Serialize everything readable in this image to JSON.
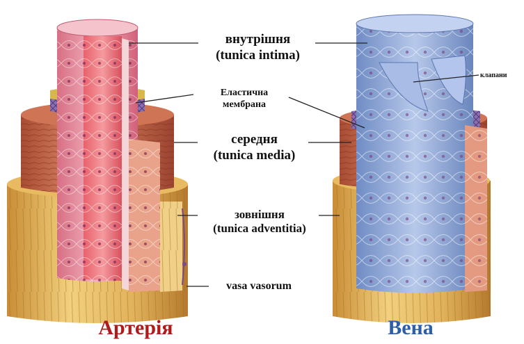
{
  "labels": {
    "intima_line1": "внутрішня",
    "intima_line2": "(tunica intima)",
    "elastic_line1": "Еластична",
    "elastic_line2": "мембрана",
    "media_line1": "середня",
    "media_line2": "(tunica media)",
    "adventitia_line1": "зовнішня",
    "adventitia_line2": "(tunica adventitia)",
    "vasa": "vasa vasorum",
    "valves": "клапани"
  },
  "captions": {
    "artery": "Артерія",
    "vein": "Вена"
  },
  "colors": {
    "artery_caption": "#b01a1a",
    "vein_caption": "#2d5fa8",
    "intima_artery": "#e58a9a",
    "intima_vein": "#8fa8d6",
    "media": "#c8684a",
    "adventitia": "#e3b65c",
    "elastic": "#8d6fb0"
  }
}
